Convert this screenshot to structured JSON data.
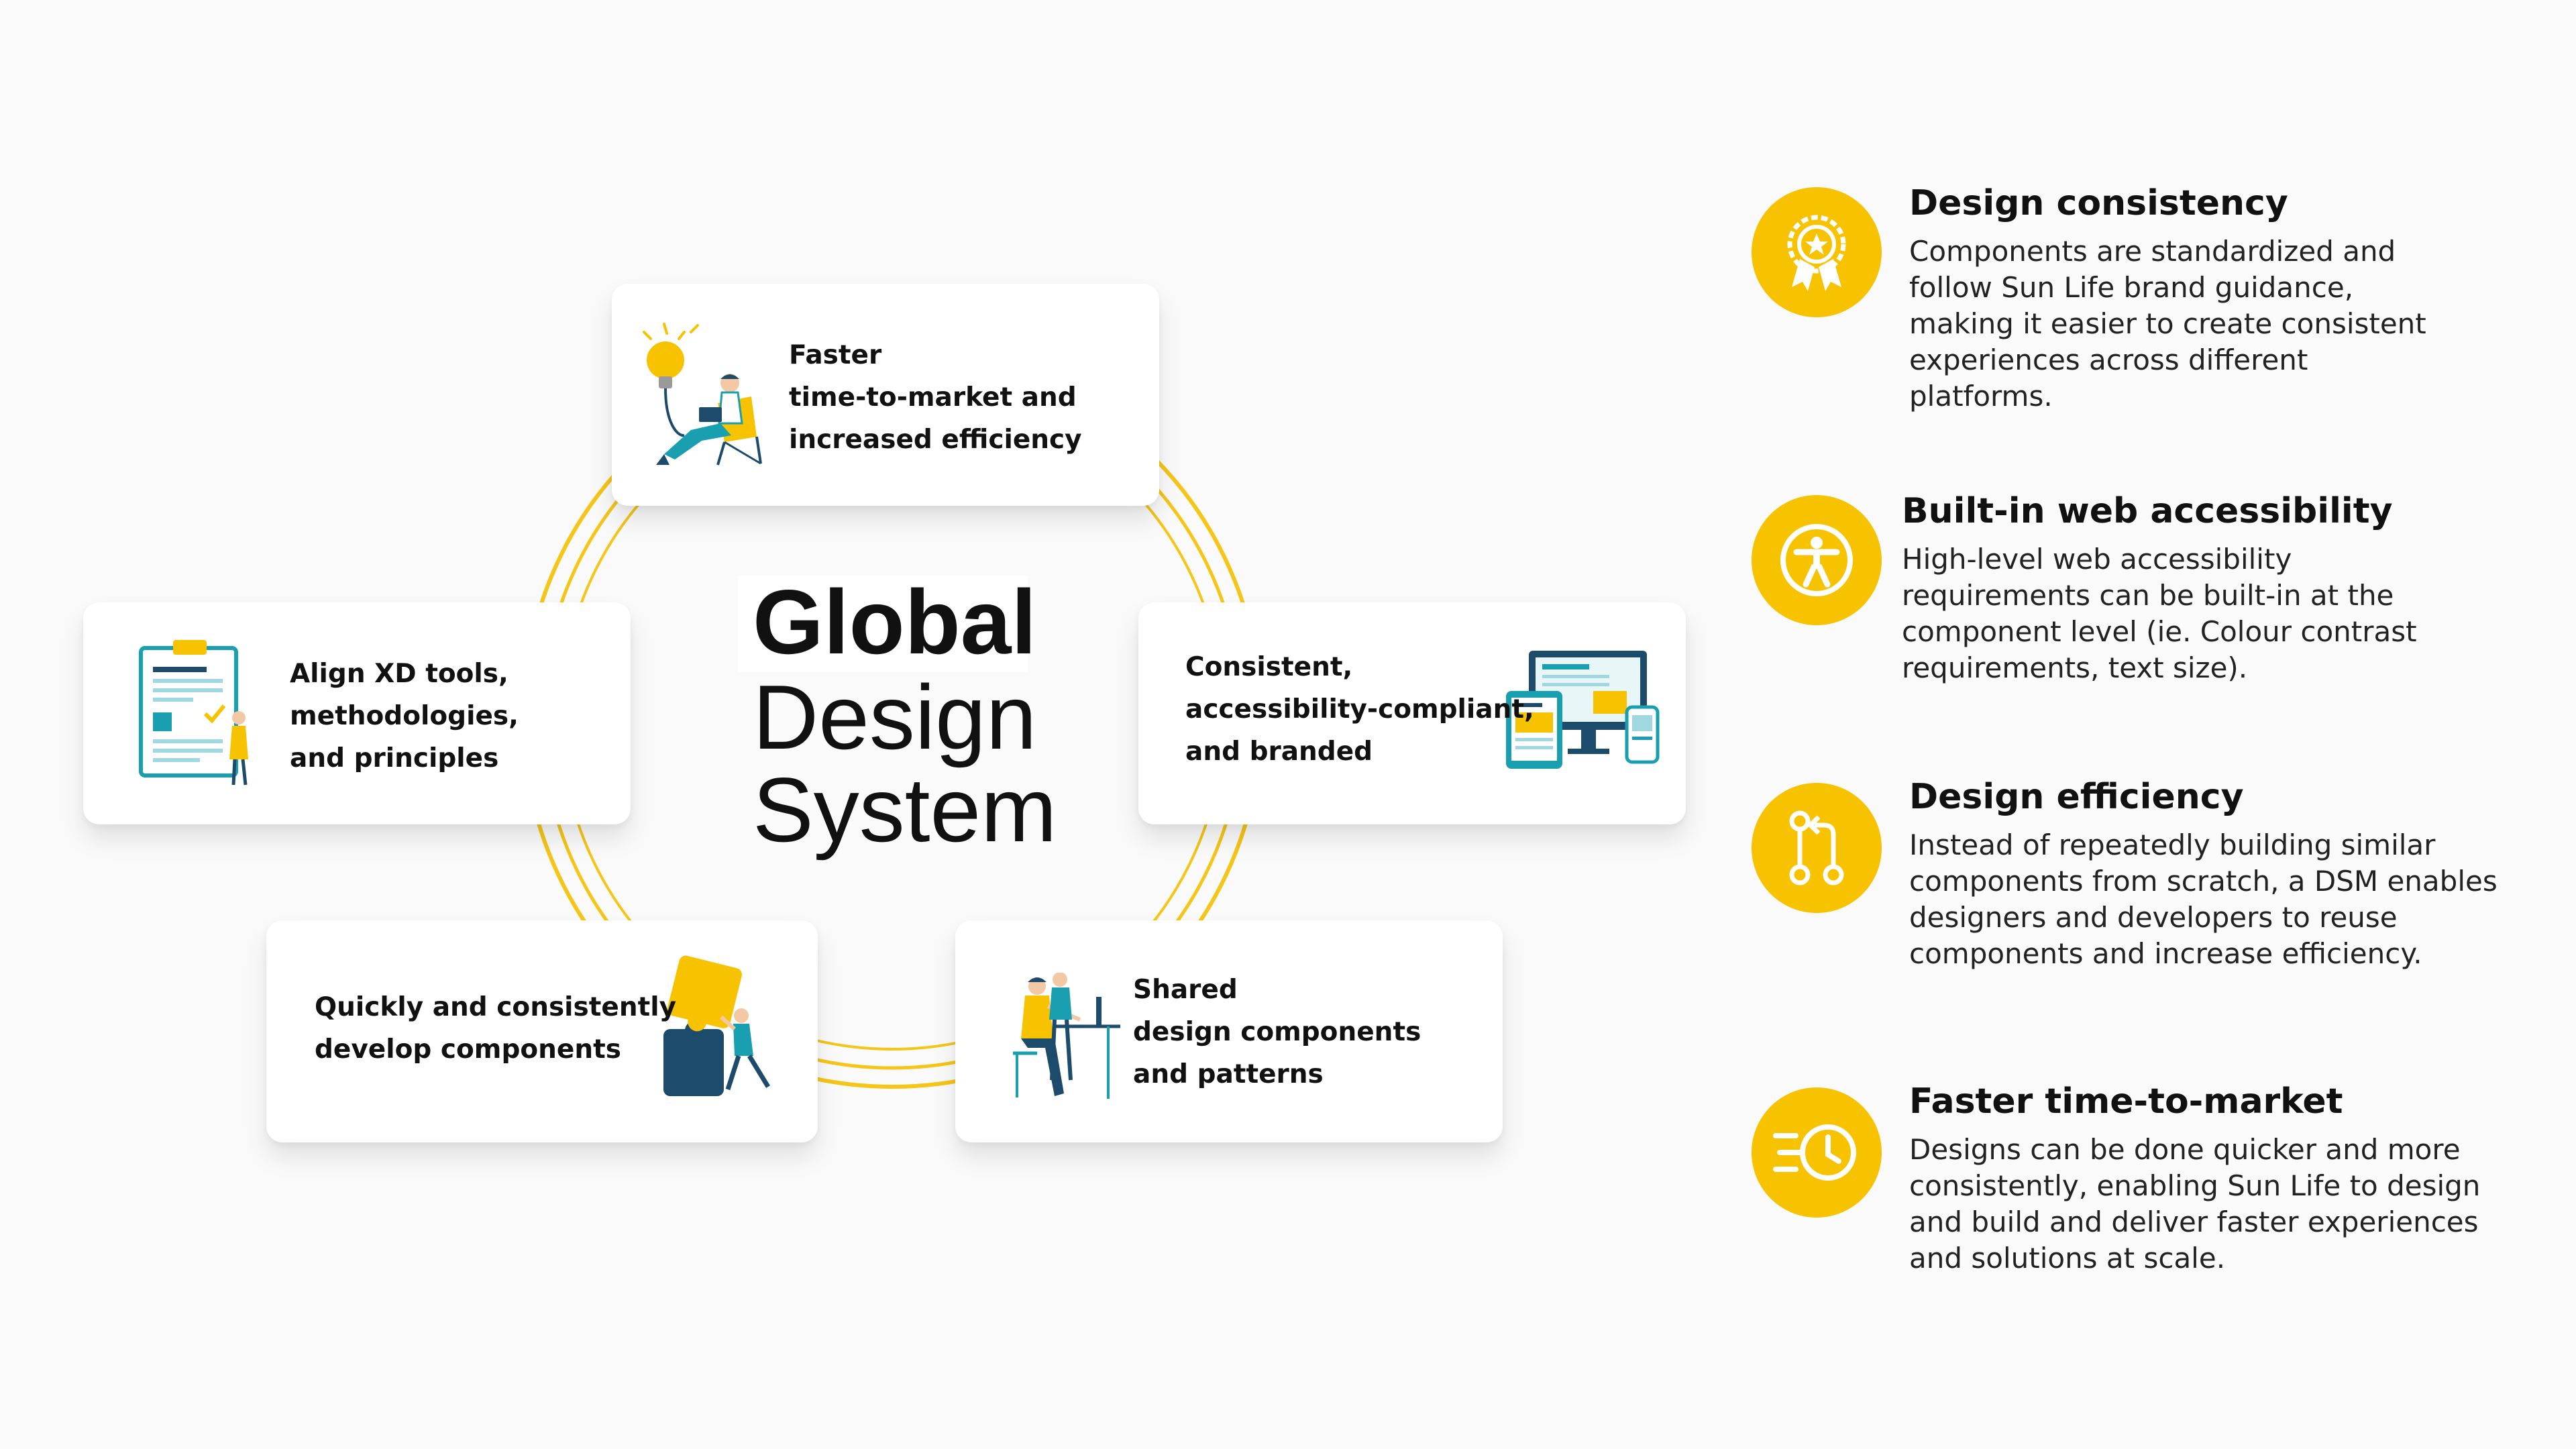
{
  "hub": {
    "title_bold": "Global",
    "title_line2": "Design",
    "title_line3": "System"
  },
  "cards": {
    "top": {
      "lines": [
        "Faster",
        "time-to-market and",
        "increased efficiency"
      ]
    },
    "left": {
      "lines": [
        "Align XD tools,",
        "methodologies,",
        "and principles"
      ]
    },
    "right": {
      "lines": [
        "Consistent,",
        "accessibility-compliant,",
        "and branded"
      ]
    },
    "bottom_left": {
      "lines": [
        "Quickly and consistently",
        "develop components"
      ]
    },
    "bottom_right": {
      "lines": [
        "Shared",
        "design components",
        "and patterns"
      ]
    }
  },
  "benefits": [
    {
      "title": "Design consistency",
      "icon": "award-badge-icon",
      "desc_lines": [
        "Components are standardized and",
        "follow Sun Life brand guidance,",
        "making it easier to create consistent",
        "experiences across different",
        "platforms."
      ]
    },
    {
      "title": "Built-in web accessibility",
      "icon": "accessibility-person-icon",
      "desc_lines": [
        "High-level web accessibility",
        "requirements can be built-in at the",
        "component level (ie. Colour contrast",
        "requirements, text size)."
      ]
    },
    {
      "title": "Design efficiency",
      "icon": "pull-request-icon",
      "desc_lines": [
        "Instead of repeatedly building similar",
        "components from scratch, a DSM enables",
        "designers and developers to reuse",
        "components and increase efficiency."
      ]
    },
    {
      "title": "Faster time-to-market",
      "icon": "fast-clock-icon",
      "desc_lines": [
        "Designs can be done quicker and more",
        "consistently, enabling Sun Life to design",
        "and build and deliver faster experiences",
        "and solutions at scale."
      ]
    }
  ],
  "colors": {
    "accent": "#f7c200",
    "ring": "#f5c518",
    "teal": "#1a9fb0",
    "navy": "#1d4b6b",
    "background": "#fafafa"
  }
}
